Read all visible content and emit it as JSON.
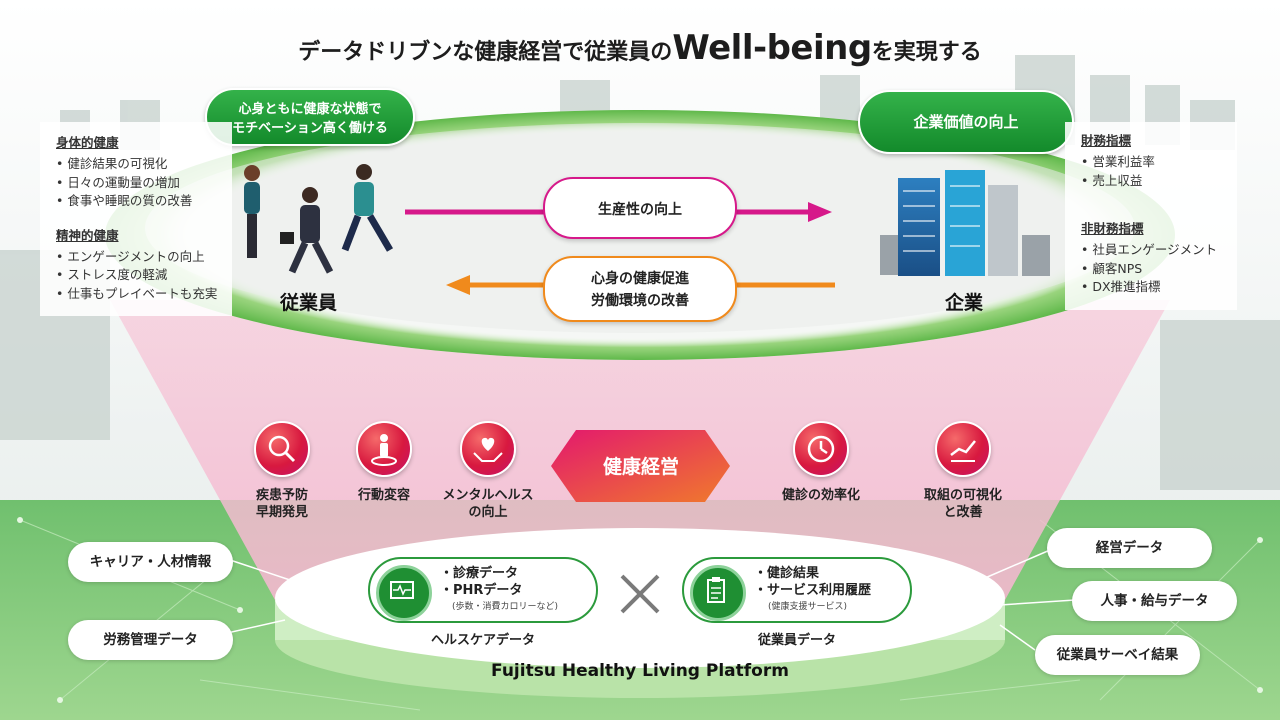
{
  "title": {
    "prefix": "データドリブンな健康経営で従業員の",
    "emphasis": "Well-being",
    "suffix": "を実現する"
  },
  "employee_bubble": {
    "line1": "心身ともに健康な状態で",
    "line2": "モチベーション高く働ける"
  },
  "company_bubble": "企業価値の向上",
  "physical_health": {
    "heading": "身体的健康",
    "items": [
      "健診結果の可視化",
      "日々の運動量の増加",
      "食事や睡眠の質の改善"
    ]
  },
  "mental_health": {
    "heading": "精神的健康",
    "items": [
      "エンゲージメントの向上",
      "ストレス度の軽減",
      "仕事もプレイベートも充実"
    ]
  },
  "financial": {
    "heading": "財務指標",
    "items": [
      "営業利益率",
      "売上収益"
    ]
  },
  "nonfinancial": {
    "heading": "非財務指標",
    "items": [
      "社員エンゲージメント",
      "顧客NPS",
      "DX推進指標"
    ]
  },
  "productivity": "生産性の向上",
  "health_promotion": {
    "line1": "心身の健康促進",
    "line2": "労働環境の改善"
  },
  "employee_label": "従業員",
  "company_label": "企業",
  "center_label": "健康経営",
  "features": [
    {
      "name": "prevention",
      "line1": "疾患予防",
      "line2": "早期発見"
    },
    {
      "name": "behavior",
      "line1": "行動変容",
      "line2": ""
    },
    {
      "name": "mental",
      "line1": "メンタルヘルス",
      "line2": "の向上"
    },
    {
      "name": "efficiency",
      "line1": "健診の効率化",
      "line2": ""
    },
    {
      "name": "visualization",
      "line1": "取組の可視化",
      "line2": "と改善"
    }
  ],
  "left_data": [
    "キャリア・人材情報",
    "労務管理データ"
  ],
  "right_data": [
    "経営データ",
    "人事・給与データ",
    "従業員サーベイ結果"
  ],
  "healthcare": {
    "items": [
      "・診療データ",
      "・PHRデータ"
    ],
    "note": "(歩数・消費カロリーなど)",
    "label": "ヘルスケアデータ"
  },
  "employee_data": {
    "items": [
      "・健診結果",
      "・サービス利用履歴"
    ],
    "note": "(健康支援サービス)",
    "label": "従業員データ"
  },
  "platform": "Fujitsu Healthy Living Platform",
  "colors": {
    "green": "#1f9a38",
    "magenta": "#d6198a",
    "orange": "#f08a1c",
    "red": "#e0254a"
  }
}
